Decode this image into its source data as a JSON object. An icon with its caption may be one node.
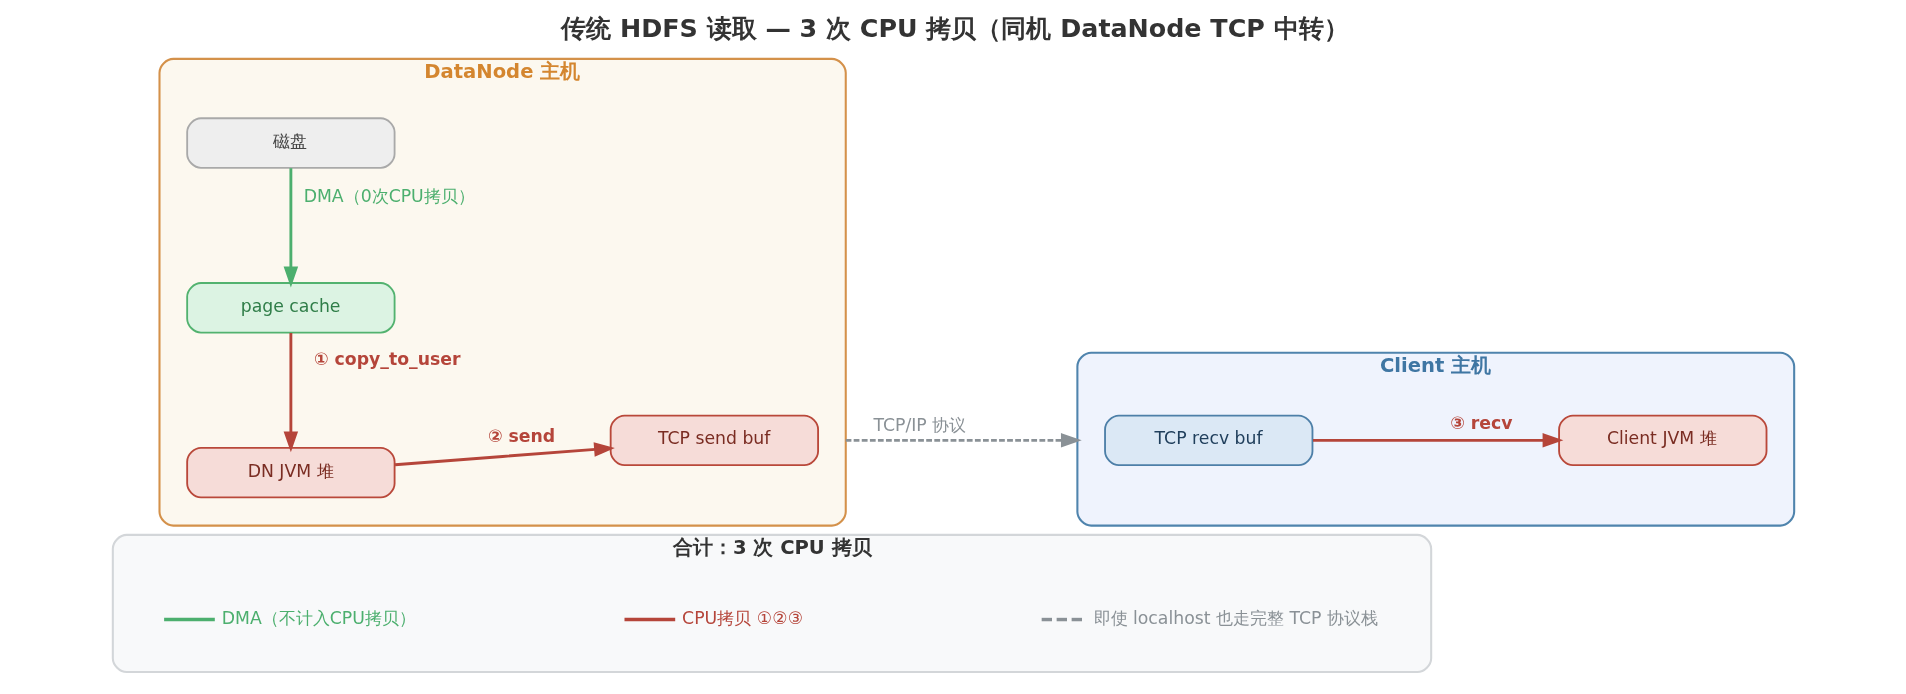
{
  "diagram": {
    "title": "传统 HDFS 读取 — 3 次 CPU 拷贝（同机 DataNode TCP 中转）",
    "nodes": [
      {
        "text": [
          "DataNode 主机"
        ]
      },
      {
        "text": [
          "磁盘"
        ],
        "in": 0
      },
      {
        "text": [
          "page cache"
        ],
        "in": 0
      },
      {
        "text": [
          "DN JVM 堆"
        ],
        "in": 0
      },
      {
        "text": [
          "TCP send buf"
        ],
        "in": 0
      },
      {
        "text": [
          "Client 主机"
        ]
      },
      {
        "text": [
          "TCP recv buf"
        ],
        "in": 5
      },
      {
        "text": [
          "Client JVM 堆"
        ],
        "in": 5
      },
      {
        "text": [
          "合计：3 次 CPU 拷贝"
        ]
      }
    ],
    "edges": [
      {
        "from": 1,
        "to": 2,
        "arrow": "to",
        "label": "DMA（0次CPU拷贝）",
        "color": "#4caf6e"
      },
      {
        "from": 2,
        "to": 3,
        "arrow": "to",
        "label": "① copy_to_user"
      },
      {
        "from": 3,
        "to": 4,
        "arrow": "to",
        "label": "② send"
      },
      {
        "from": 0,
        "to": 5,
        "arrow": "to",
        "label": "TCP/IP 协议",
        "style": "dashed",
        "color": "#8a9196"
      },
      {
        "from": 6,
        "to": 7,
        "arrow": "to",
        "label": "③ recv"
      }
    ],
    "legend": [
      {
        "text": "DMA（不计入CPU拷贝）"
      },
      {
        "text": "CPU拷贝 ①②③"
      },
      {
        "text": "即使 localhost 也走完整 TCP 协议栈"
      }
    ]
  }
}
